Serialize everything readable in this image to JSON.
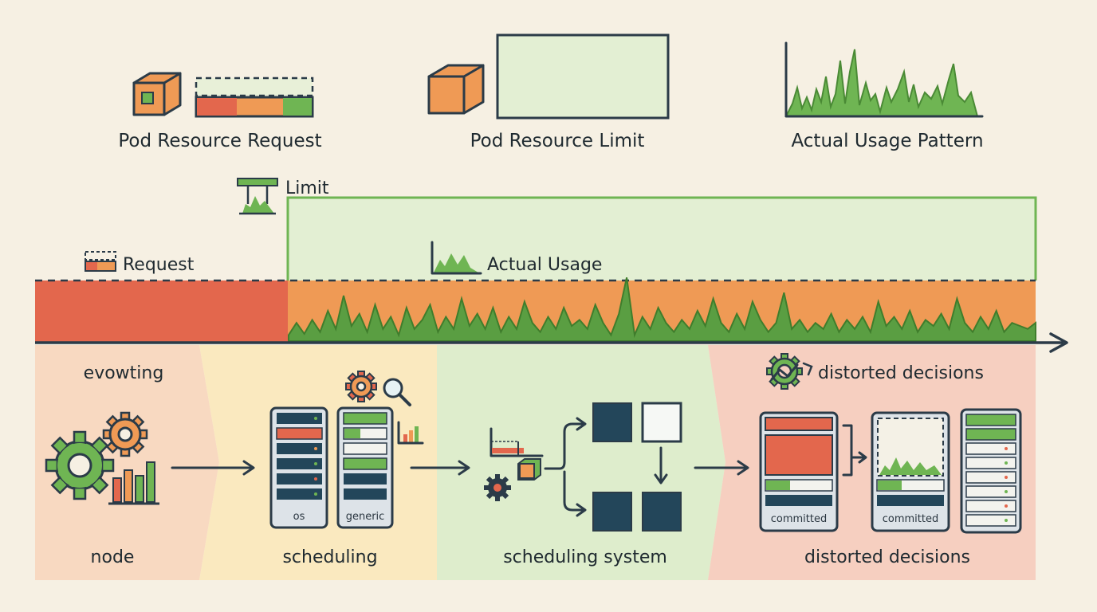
{
  "colors": {
    "background": "#f6f0e3",
    "request_red": "#e3674d",
    "limit_green_fill": "#e3efd3",
    "limit_green_line": "#6fb553",
    "usage_green": "#5a9e42",
    "usage_orange": "#ef9a55",
    "ink": "#2b3b48"
  },
  "legend": {
    "request": {
      "label": "Pod Resource Request",
      "icon": "pod-cube-icon"
    },
    "limit": {
      "label": "Pod Resource Limit",
      "icon": "pod-cube-icon"
    },
    "usage": {
      "label": "Actual Usage Pattern",
      "icon": "usage-sparkline-icon"
    }
  },
  "timeline": {
    "limit_label": "Limit",
    "request_label": "Request",
    "usage_label": "Actual Usage",
    "usage_series": [
      0.1,
      0.3,
      0.12,
      0.35,
      0.15,
      0.5,
      0.2,
      0.75,
      0.25,
      0.45,
      0.15,
      0.6,
      0.2,
      0.4,
      0.1,
      0.55,
      0.2,
      0.35,
      0.6,
      0.15,
      0.4,
      0.2,
      0.7,
      0.25,
      0.45,
      0.2,
      0.55,
      0.15,
      0.4,
      0.2,
      0.65,
      0.3,
      0.15,
      0.4,
      0.2,
      0.55,
      0.25,
      0.35,
      0.2,
      0.6,
      0.3,
      0.1,
      0.45,
      1.05,
      0.1,
      0.4,
      0.2,
      0.55,
      0.3,
      0.15,
      0.35,
      0.2,
      0.5,
      0.25,
      0.7,
      0.3,
      0.15,
      0.45,
      0.2,
      0.65,
      0.35,
      0.15,
      0.3,
      0.8,
      0.2,
      0.35,
      0.15,
      0.3,
      0.2,
      0.45,
      0.15,
      0.35,
      0.2,
      0.4,
      0.15,
      0.65,
      0.25,
      0.4,
      0.2,
      0.5,
      0.15,
      0.35,
      0.25,
      0.45,
      0.2,
      0.7,
      0.3,
      0.15,
      0.4,
      0.2,
      0.5,
      0.15,
      0.3,
      0.25,
      0.2,
      0.3
    ]
  },
  "stages": [
    {
      "top_label": "evowting",
      "bottom_label": "node",
      "icon": "gears-icon"
    },
    {
      "bottom_label": "scheduling",
      "rack_labels": [
        "os",
        "generic"
      ],
      "icon": "gear-magnifier-icon"
    },
    {
      "bottom_label": "scheduling system",
      "icon": "branching-icon"
    },
    {
      "top_label": "distorted decisions",
      "bottom_label": "distorted decisions",
      "rack_labels": [
        "committed",
        "committed"
      ],
      "icon": "cycle-gear-icon"
    }
  ]
}
